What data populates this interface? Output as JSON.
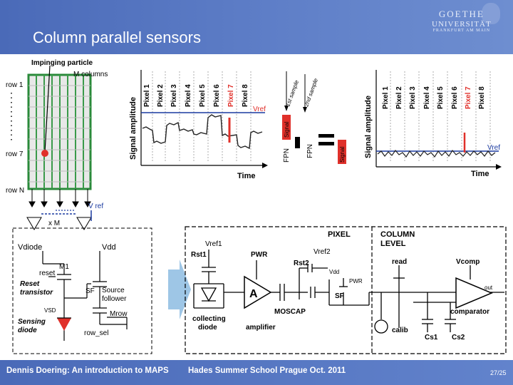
{
  "slide": {
    "title": "Column parallel sensors",
    "logo": {
      "line1": "GOETHE",
      "line2": "UNIVERSITÄT",
      "line3": "FRANKFURT AM MAIN"
    }
  },
  "sensor_array": {
    "impinging_particle": "Impinging particle",
    "m_columns": "M columns",
    "row1": "row 1",
    "row7": "row 7",
    "rowN": "row N",
    "vref": "V ref",
    "xm": "x M"
  },
  "chart_left": {
    "ylabel": "Signal amplitude",
    "xlabel": "Time",
    "vref": "Vref",
    "pixels": [
      "Pixel 1",
      "Pixel 2",
      "Pixel 3",
      "Pixel 4",
      "Pixel 5",
      "Pixel 6",
      "Pixel 7",
      "Pixel 8"
    ],
    "highlight_pixel": "Pixel 7"
  },
  "middle_block": {
    "diag1": "1st sample",
    "diag2": "2nd sample",
    "signal1": "Signal",
    "fpn1": "FPN",
    "fpn2": "FPN",
    "signal2": "Signal"
  },
  "chart_right": {
    "ylabel": "Signal amplitude",
    "xlabel": "Time",
    "vref": "Vref",
    "pixels": [
      "Pixel 1",
      "Pixel 2",
      "Pixel 3",
      "Pixel 4",
      "Pixel 5",
      "Pixel 6",
      "Pixel 7",
      "Pixel 8"
    ],
    "highlight_pixel": "Pixel 7"
  },
  "circuit_left": {
    "vdiode": "Vdiode",
    "vdd": "Vdd",
    "m1": "M1",
    "reset": "reset",
    "reset_transistor1": "Reset",
    "reset_transistor2": "transistor",
    "sf": "SF",
    "source_follower1": "Source",
    "source_follower2": "follower",
    "vsd": "VSD",
    "mrow": "Mrow",
    "sensing_diode1": "Sensing",
    "sensing_diode2": "diode",
    "row_sel": "row_sel"
  },
  "circuit_right": {
    "pixel": "PIXEL",
    "column_level1": "COLUMN",
    "column_level2": "LEVEL",
    "vref1": "Vref1",
    "rst1": "Rst1",
    "pwr1": "PWR",
    "vref2": "Vref2",
    "rst2": "Rst2",
    "vdd": "Vdd",
    "pwr2": "PWR",
    "read": "read",
    "vcomp": "Vcomp",
    "out": "out",
    "amp": "A",
    "sf": "SF",
    "collecting_diode1": "collecting",
    "collecting_diode2": "diode",
    "moscap": "MOSCAP",
    "amplifier": "amplifier",
    "calib": "calib",
    "comparator": "comparator",
    "cs1": "Cs1",
    "cs2": "Cs2"
  },
  "footer": {
    "author": "Dennis Doering: An introduction to MAPS",
    "event": "Hades Summer School Prague Oct. 2011",
    "page": "27/25"
  }
}
